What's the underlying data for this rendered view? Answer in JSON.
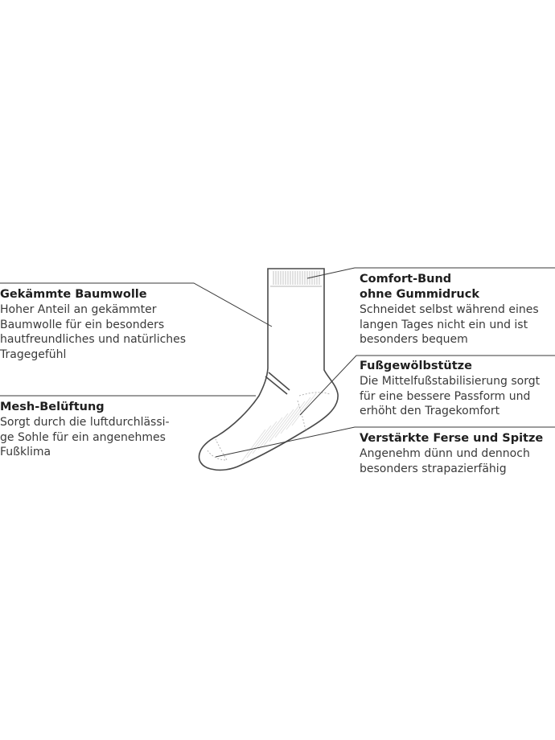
{
  "callouts": {
    "baumwolle": {
      "title": [
        "Gekämmte Baumwolle"
      ],
      "body": [
        "Hoher Anteil an gekämmter",
        "Baumwolle für ein besonders",
        "hautfreundliches und natürliches",
        "Tragegefühl"
      ]
    },
    "mesh": {
      "title": [
        "Mesh-Belüftung"
      ],
      "body": [
        "Sorgt durch die luftdurchlässi-",
        "ge Sohle für ein angenehmes",
        "Fußklima"
      ]
    },
    "bund": {
      "title": [
        "Comfort-Bund",
        "ohne Gummidruck"
      ],
      "body": [
        "Schneidet selbst während eines",
        "langen Tages nicht ein und ist",
        "besonders bequem"
      ]
    },
    "fussgewoelbe": {
      "title": [
        "Fußgewölbstütze"
      ],
      "body": [
        "Die Mittelfußstabilisierung sorgt",
        "für eine bessere Passform und",
        "erhöht den Tragekomfort"
      ]
    },
    "ferse": {
      "title": [
        "Verstärkte Ferse und Spitze"
      ],
      "body": [
        "Angenehm dünn und dennoch",
        "besonders strapazierfähig"
      ]
    }
  },
  "colors": {
    "outline": "#4a4a4a",
    "detail": "#b5b5b5",
    "leader": "#3a3a3a"
  }
}
